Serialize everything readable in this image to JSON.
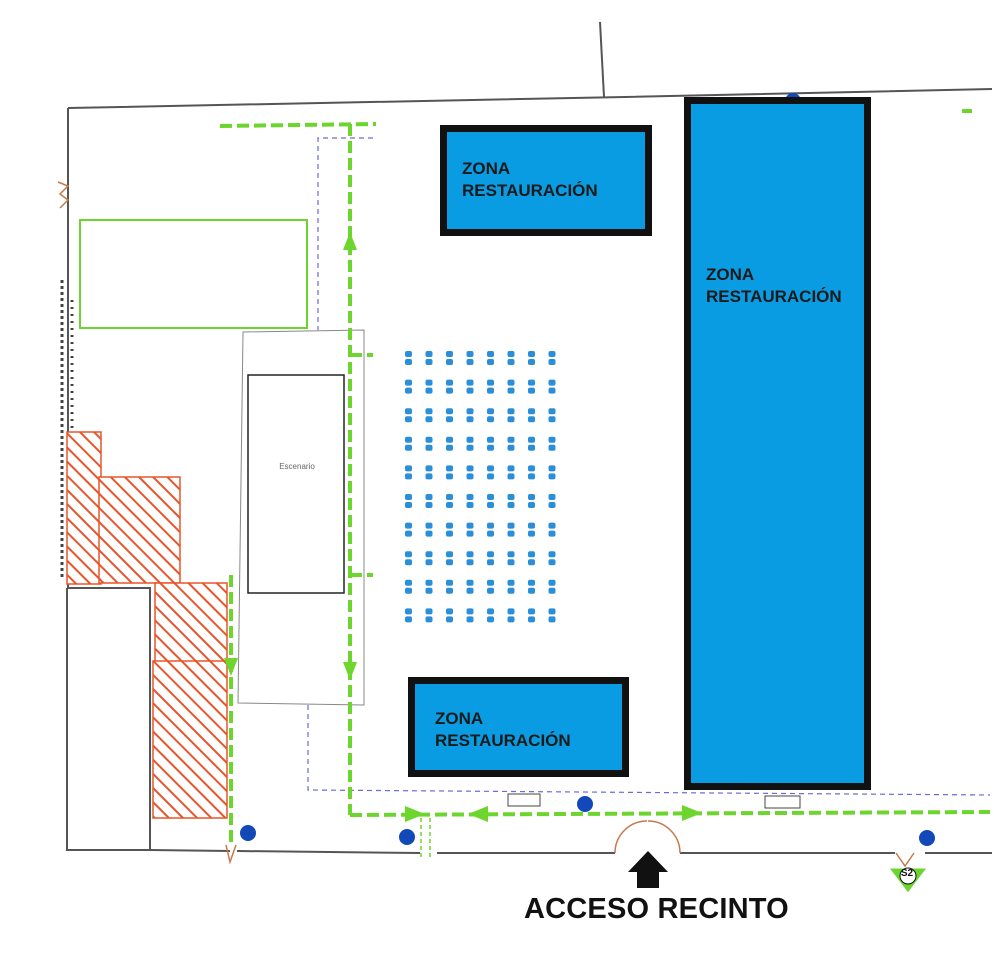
{
  "plan": {
    "zones": [
      {
        "id": "zone-top",
        "line1": "ZONA",
        "line2": "RESTAURACIÓN"
      },
      {
        "id": "zone-right",
        "line1": "ZONA",
        "line2": "RESTAURACIÓN"
      },
      {
        "id": "zone-bottom",
        "line1": "ZONA",
        "line2": "RESTAURACIÓN"
      }
    ],
    "stage_label": "Escenario",
    "access_label": "ACCESO RECINTO",
    "exit_label": "S2",
    "seating": {
      "columns": 8,
      "rows": 10
    },
    "colors": {
      "zone_fill": "#0a9ce3",
      "zone_border": "#111111",
      "evacuation_route": "#6cd52e",
      "hatch_area": "#e8552a",
      "extinguisher": "#1248b8",
      "seat": "#2a8fd8",
      "boundary_dashed": "#6a6ad8",
      "green_zone": "#6cd52e"
    }
  }
}
